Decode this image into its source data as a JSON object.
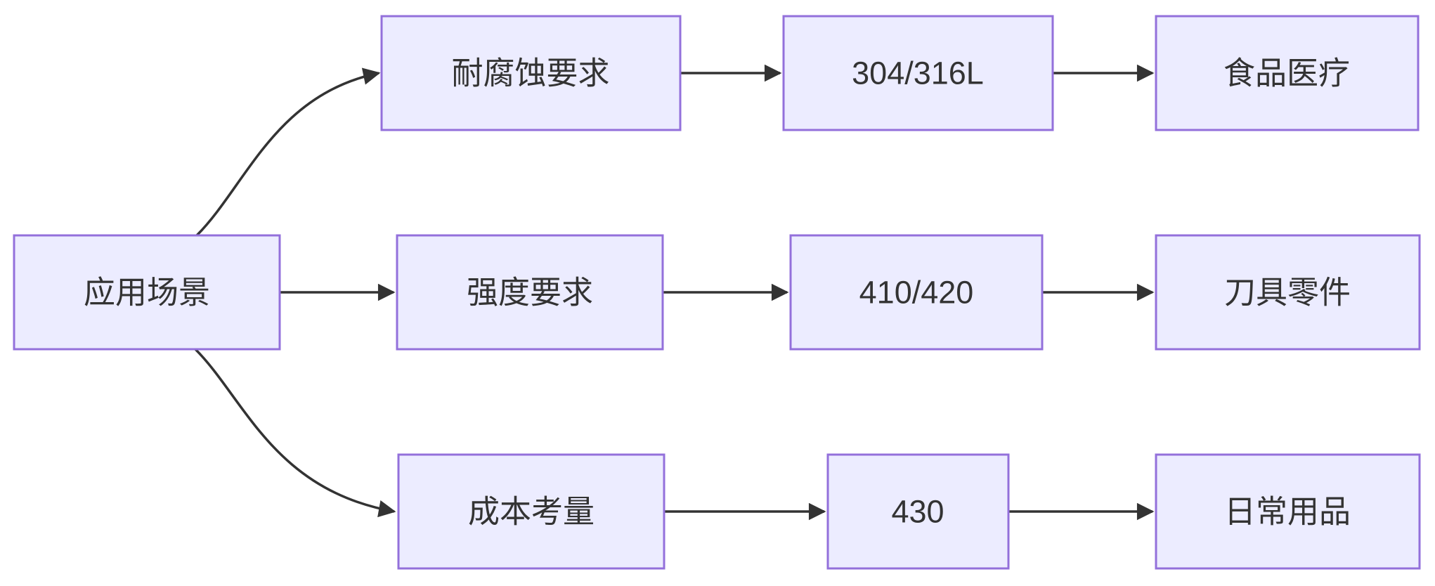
{
  "diagram": {
    "type": "flowchart",
    "direction": "left-to-right",
    "colors": {
      "background": "#ffffff",
      "node_fill": "#ECECFF",
      "node_border": "#9370DB",
      "edge": "#333333",
      "text": "#333333"
    },
    "nodes": {
      "root": {
        "label": "应用场景"
      },
      "corrosion": {
        "label": "耐腐蚀要求"
      },
      "grade304": {
        "label": "304/316L"
      },
      "food": {
        "label": "食品医疗"
      },
      "strength": {
        "label": "强度要求"
      },
      "grade410": {
        "label": "410/420"
      },
      "knife": {
        "label": "刀具零件"
      },
      "cost": {
        "label": "成本考量"
      },
      "grade430": {
        "label": "430"
      },
      "daily": {
        "label": "日常用品"
      }
    },
    "edges": [
      {
        "from": "应用场景",
        "to": "耐腐蚀要求"
      },
      {
        "from": "应用场景",
        "to": "强度要求"
      },
      {
        "from": "应用场景",
        "to": "成本考量"
      },
      {
        "from": "耐腐蚀要求",
        "to": "304/316L"
      },
      {
        "from": "304/316L",
        "to": "食品医疗"
      },
      {
        "from": "强度要求",
        "to": "410/420"
      },
      {
        "from": "410/420",
        "to": "刀具零件"
      },
      {
        "from": "成本考量",
        "to": "430"
      },
      {
        "from": "430",
        "to": "日常用品"
      }
    ]
  }
}
